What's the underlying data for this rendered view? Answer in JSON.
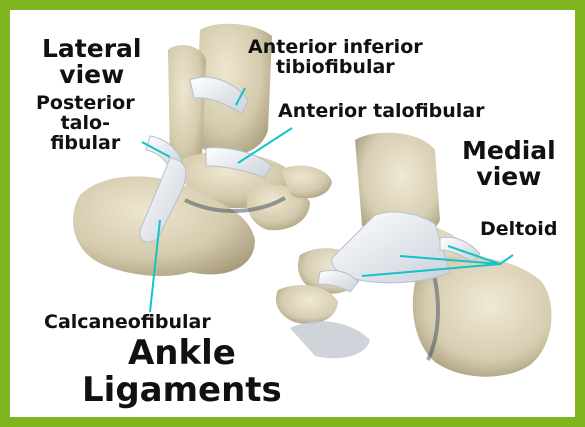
{
  "colors": {
    "frame": "#7fb51f",
    "bone": "#d8cfb4",
    "ligament": "#eef1f4",
    "leader": "#14c3c6"
  },
  "views": {
    "lateral": [
      "Lateral",
      "view"
    ],
    "medial": [
      "Medial",
      "view"
    ]
  },
  "ligaments": {
    "anterior_inferior_tibiofibular": [
      "Anterior inferior",
      "tibiofibular"
    ],
    "anterior_talofibular": "Anterior talofibular",
    "posterior_talofibular": [
      "Posterior",
      "talo-",
      "fibular"
    ],
    "calcaneofibular": "Calcaneofibular",
    "deltoid": "Deltoid"
  },
  "title": [
    "Ankle",
    "Ligaments"
  ]
}
